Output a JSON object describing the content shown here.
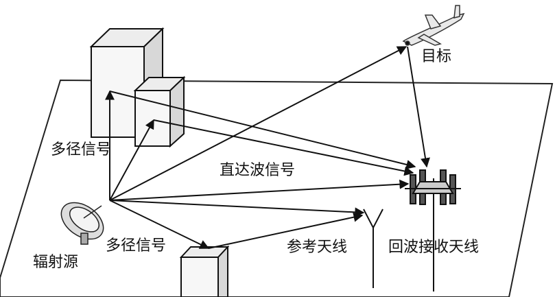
{
  "labels": {
    "target": "目标",
    "multipath_upper": "多径信号",
    "direct_signal": "直达波信号",
    "multipath_lower": "多径信号",
    "radiation_source": "辐射源",
    "reference_antenna": "参考天线",
    "echo_antenna": "回波接收天线"
  },
  "colors": {
    "line": "#111111",
    "building_fill": "#f6f6f6",
    "ground_line": "#222222"
  }
}
